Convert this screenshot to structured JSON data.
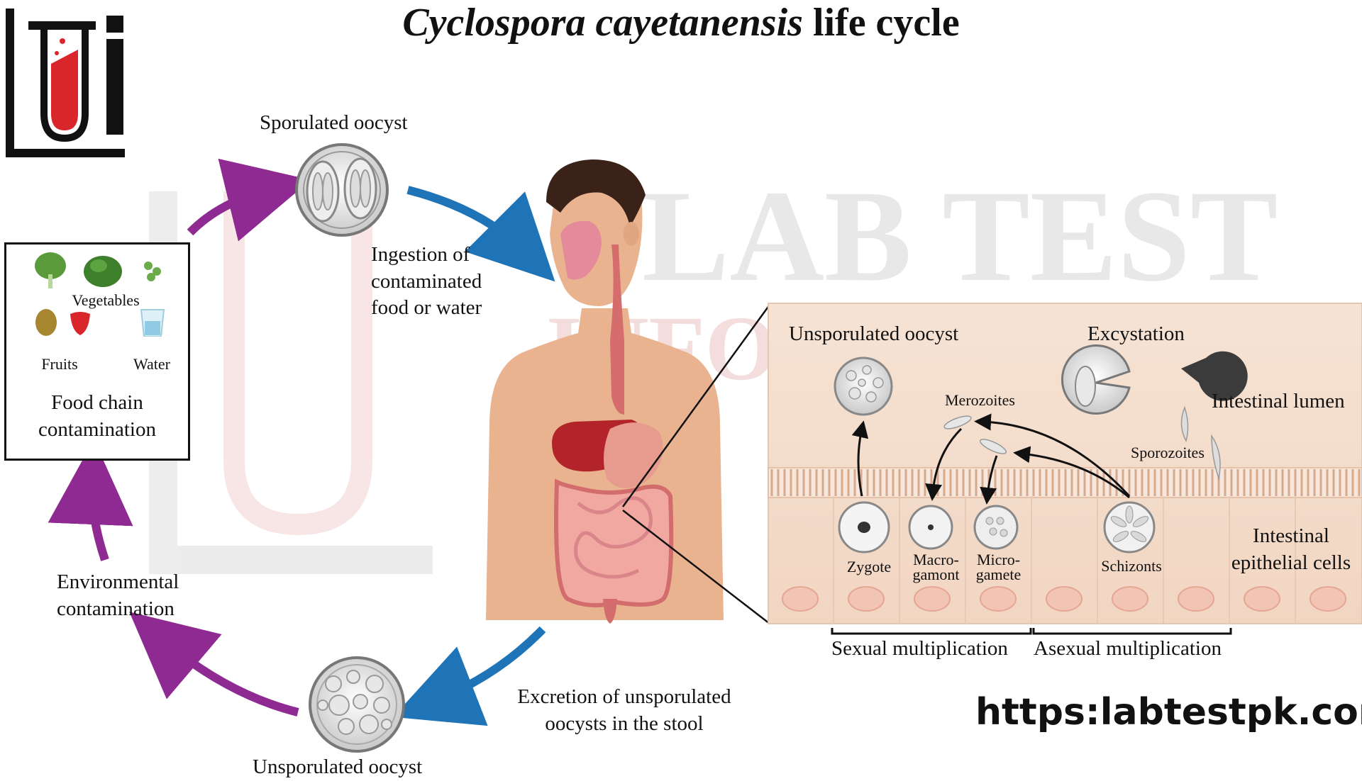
{
  "title": {
    "italic": "Cyclospora cayetanensis",
    "plain": "life cycle"
  },
  "stages": {
    "sporulated_oocyst": "Sporulated oocyst",
    "ingestion": [
      "Ingestion of",
      "contaminated",
      "food or water"
    ],
    "excretion": [
      "Excretion of unsporulated",
      "oocysts in the stool"
    ],
    "unsporulated_bottom": "Unsporulated oocyst",
    "environmental": [
      "Environmental",
      "contamination"
    ]
  },
  "food_box": {
    "vegetables": "Vegetables",
    "fruits": "Fruits",
    "water": "Water",
    "caption": [
      "Food chain",
      "contamination"
    ]
  },
  "intestine_panel": {
    "unsporulated_oocyst": "Unsporulated oocyst",
    "excystation": "Excystation",
    "merozoites": "Merozoites",
    "intestinal_lumen": "Intestinal lumen",
    "sporozoites": "Sporozoites",
    "zygote": "Zygote",
    "macrogamont": [
      "Macro-",
      "gamont"
    ],
    "microgamete": [
      "Micro-",
      "gamete"
    ],
    "schizonts": "Schizonts",
    "epithelial": [
      "Intestinal",
      "epithelial cells"
    ],
    "sexual": "Sexual multiplication",
    "asexual": "Asexual multiplication"
  },
  "watermark": [
    "LAB TEST",
    "INFORMATION"
  ],
  "url": "https:labtestpk.com",
  "colors": {
    "purple": "#8e2a91",
    "blue": "#1f74b8",
    "skin": "#eab390",
    "logo_red": "#d9262b"
  }
}
